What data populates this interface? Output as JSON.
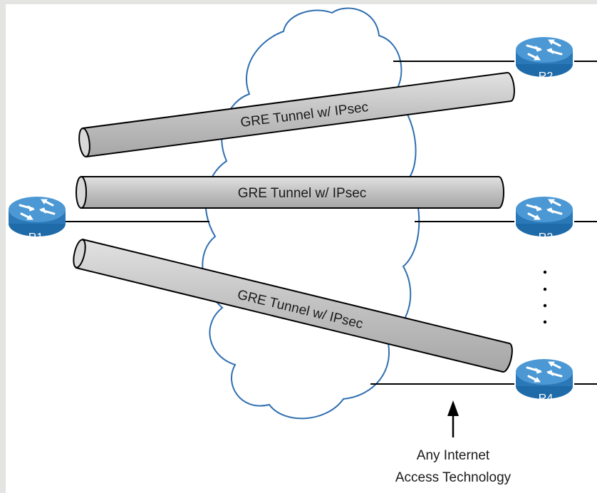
{
  "diagram": {
    "routers": {
      "r1": "R1",
      "r2": "R2",
      "r3": "R3",
      "r4": "R4"
    },
    "tunnels": [
      "GRE Tunnel w/ IPsec",
      "GRE Tunnel w/ IPsec",
      "GRE Tunnel w/ IPsec"
    ],
    "annotation": {
      "line1": "Any Internet",
      "line2": "Access Technology"
    },
    "colors": {
      "router_fill": "#2a78b8",
      "router_top": "#4b98d4",
      "cloud_stroke": "#2f6fb0",
      "tunnel_fill": "#c4c4c4",
      "link_line": "#000000",
      "page_background": "#e4e4e2"
    },
    "icons": {
      "router": "router-icon",
      "cloud": "internet-cloud-icon",
      "arrow": "arrow-up-icon",
      "ellipsis": "vertical-ellipsis-icon"
    }
  }
}
